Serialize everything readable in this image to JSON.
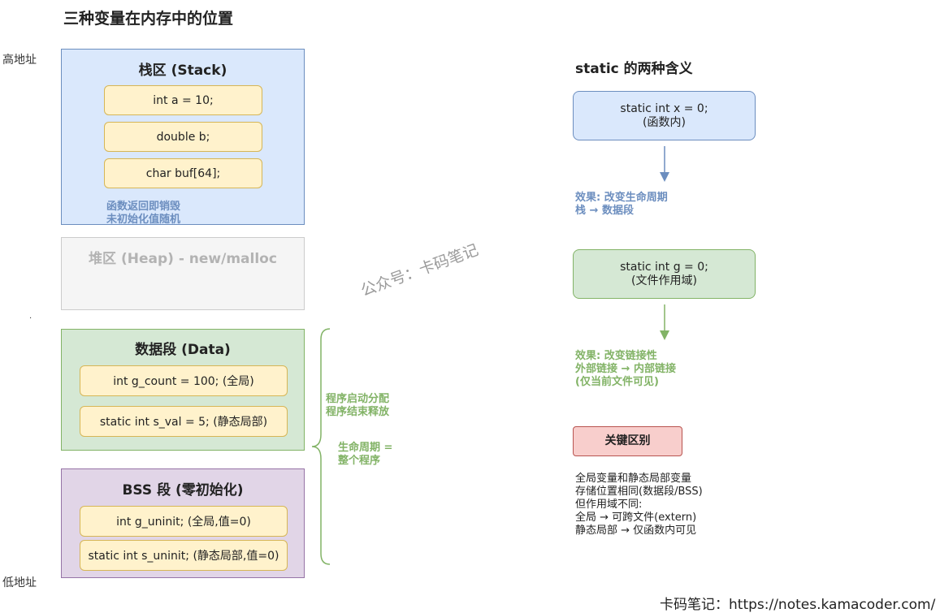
{
  "title": "三种变量在内存中的位置",
  "addresses": {
    "high": "高地址",
    "low": "低地址",
    "dot": "."
  },
  "stack": {
    "title": "栈区 (Stack)",
    "items": [
      "int a = 10;",
      "double b;",
      "char buf[64];"
    ],
    "note": [
      "函数返回即销毁",
      "未初始化值随机"
    ],
    "colors": {
      "fill": "#dae8fc",
      "stroke": "#6c8ebf",
      "note": "#6c8ebf"
    }
  },
  "heap": {
    "title": "堆区 (Heap) - new/malloc",
    "colors": {
      "fill": "#f5f5f5",
      "stroke": "#cccccc",
      "text": "#b3b3b3"
    }
  },
  "data_segment": {
    "title": "数据段 (Data)",
    "items": [
      "int g_count = 100; (全局)",
      "static int s_val = 5; (静态局部)"
    ],
    "colors": {
      "fill": "#d5e8d4",
      "stroke": "#82b366"
    }
  },
  "bss_segment": {
    "title": "BSS 段 (零初始化)",
    "items": [
      "int g_uninit; (全局,值=0)",
      "static int s_uninit; (静态局部,值=0)"
    ],
    "colors": {
      "fill": "#e1d5e7",
      "stroke": "#9673a6"
    }
  },
  "lifecycle": {
    "lines1": [
      "程序启动分配",
      "程序结束释放"
    ],
    "lines2": [
      "生命周期 =",
      "整个程序"
    ],
    "color": "#82b366"
  },
  "static_meaning": {
    "title": "static 的两种含义",
    "box1": {
      "lines": [
        "static int x = 0;",
        "(函数内)"
      ]
    },
    "effect1": [
      "效果: 改变生命周期",
      "栈 → 数据段"
    ],
    "box2": {
      "lines": [
        "static int g = 0;",
        "(文件作用域)"
      ]
    },
    "effect2": [
      "效果: 改变链接性",
      "外部链接 → 内部链接",
      "(仅当前文件可见)"
    ],
    "key_label": "关键区别",
    "key_text": [
      "全局变量和静态局部变量",
      "存储位置相同(数据段/BSS)",
      "但作用域不同:",
      "全局 → 可跨文件(extern)",
      "静态局部 → 仅函数内可见"
    ],
    "colors": {
      "blue": "#6c8ebf",
      "green": "#82b366",
      "red_fill": "#f8cecc",
      "red_stroke": "#b85450"
    }
  },
  "watermark": "公众号：卡码笔记",
  "footer": "卡码笔记：https://notes.kamacoder.com/"
}
